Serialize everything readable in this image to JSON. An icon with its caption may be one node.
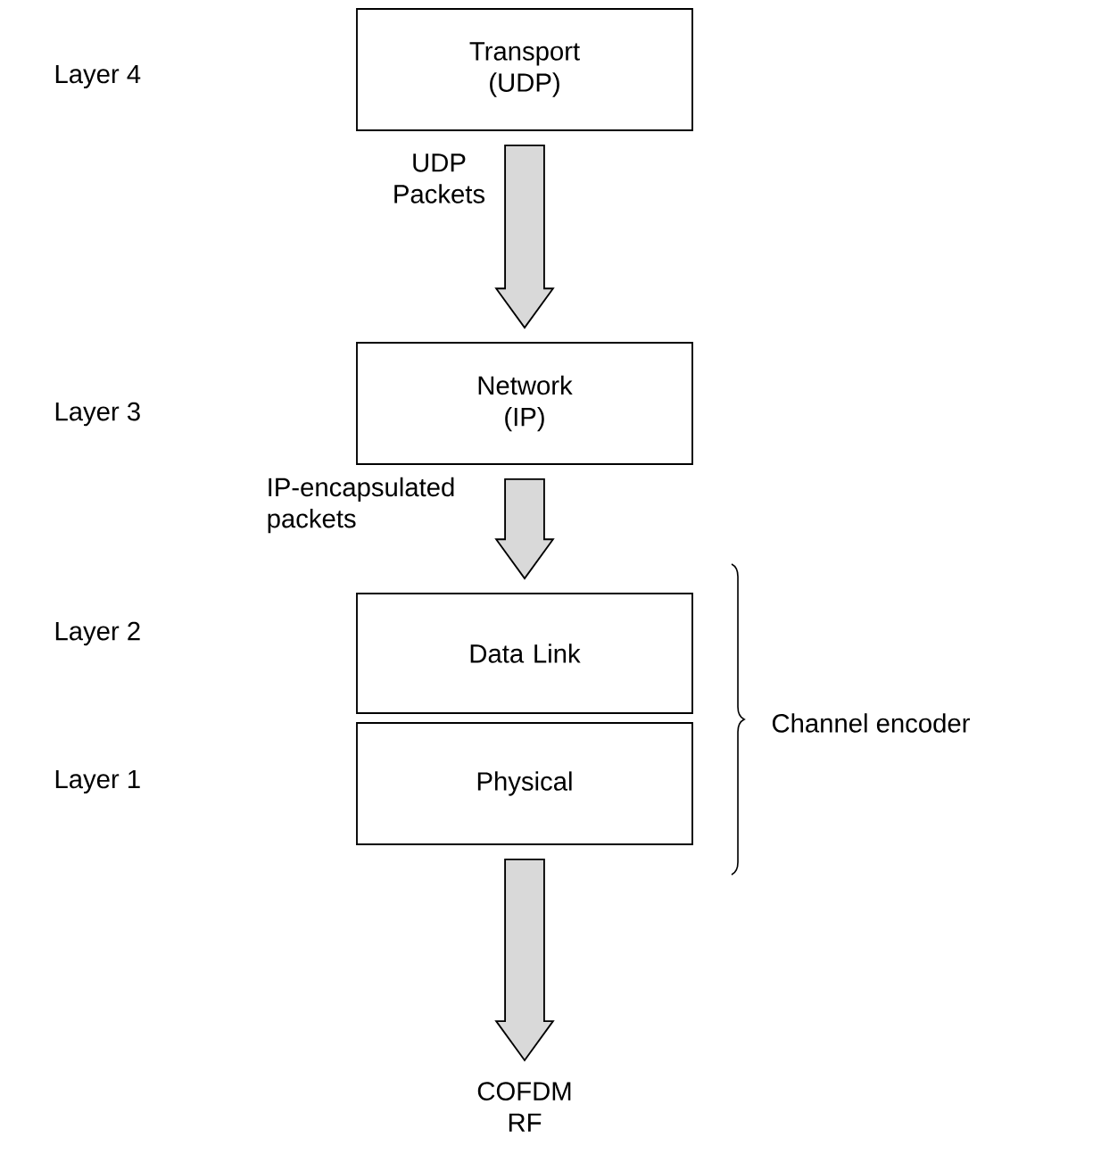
{
  "diagram": {
    "nodes": [
      {
        "text": [
          "Transport (UDP)"
        ]
      },
      {
        "text": [
          "Network (IP)"
        ]
      },
      {
        "text": [
          "Data Link"
        ]
      },
      {
        "text": [
          "Physical"
        ]
      },
      {
        "text": [
          "COFDM RF"
        ]
      }
    ],
    "edges": [
      {
        "from": 0,
        "to": 1,
        "arrow": "to",
        "label": "UDP Packets"
      },
      {
        "from": 1,
        "to": 2,
        "arrow": "to",
        "label": "IP-encapsulated packets"
      },
      {
        "from": 3,
        "to": 4,
        "arrow": "to"
      }
    ],
    "labels": [
      "Layer 4",
      "Layer 3",
      "Layer 2",
      "Layer 1",
      "Channel encoder"
    ]
  }
}
